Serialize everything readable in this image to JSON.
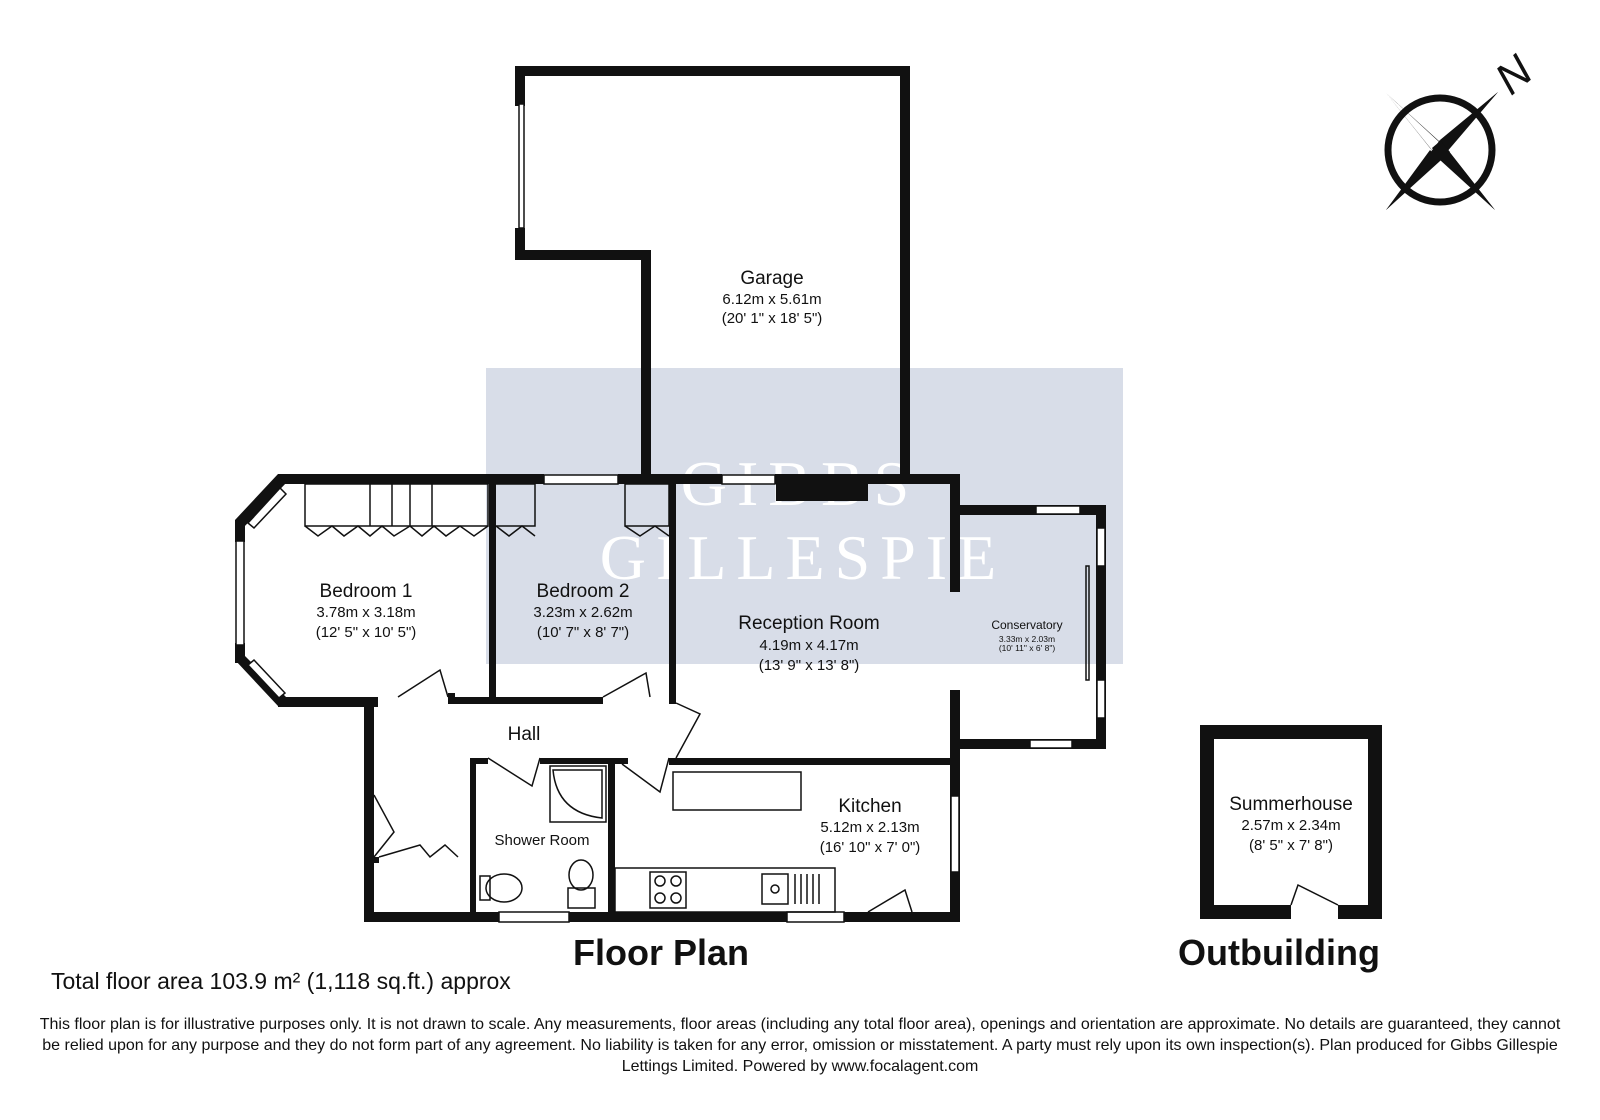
{
  "watermark": {
    "line1": "GIBBS",
    "line2": "GILLESPIE"
  },
  "rooms": {
    "garage": {
      "name": "Garage",
      "dim_metric": "6.12m x 5.61m",
      "dim_imperial": "(20' 1\" x 18' 5\")"
    },
    "bedroom1": {
      "name": "Bedroom 1",
      "dim_metric": "3.78m x 3.18m",
      "dim_imperial": "(12' 5\" x 10' 5\")"
    },
    "bedroom2": {
      "name": "Bedroom 2",
      "dim_metric": "3.23m x 2.62m",
      "dim_imperial": "(10' 7\" x 8' 7\")"
    },
    "reception": {
      "name": "Reception Room",
      "dim_metric": "4.19m x 4.17m",
      "dim_imperial": "(13' 9\" x 13' 8\")"
    },
    "conservatory": {
      "name": "Conservatory",
      "dim_metric": "3.33m x 2.03m",
      "dim_imperial": "(10' 11\" x 6' 8\")"
    },
    "hall": {
      "name": "Hall"
    },
    "shower": {
      "name": "Shower Room"
    },
    "kitchen": {
      "name": "Kitchen",
      "dim_metric": "5.12m x 2.13m",
      "dim_imperial": "(16' 10\" x 7' 0\")"
    },
    "summerhouse": {
      "name": "Summerhouse",
      "dim_metric": "2.57m x 2.34m",
      "dim_imperial": "(8' 5\" x 7' 8\")"
    }
  },
  "headings": {
    "floor_plan": "Floor Plan",
    "outbuilding": "Outbuilding"
  },
  "compass": {
    "north_label": "N"
  },
  "total_area": "Total floor area 103.9 m² (1,118 sq.ft.) approx",
  "disclaimer": "This floor plan is for illustrative purposes only. It is not drawn to scale. Any measurements, floor areas (including any total floor area), openings and orientation are approximate. No details are guaranteed, they cannot be relied upon for any purpose and they do not form part of any agreement. No liability is taken for any error, omission or misstatement. A party must rely upon its own inspection(s). Plan produced for Gibbs Gillespie Lettings Limited. Powered by www.focalagent.com",
  "colors": {
    "wall": "#111111",
    "watermark_bg": "#d8dde8"
  }
}
